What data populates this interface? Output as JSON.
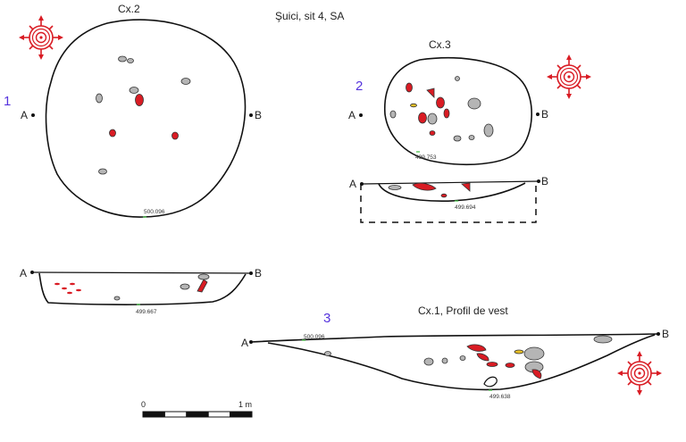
{
  "title": "Şuici, sit 4, SA",
  "colors": {
    "stone": "#b5b5b5",
    "ceramic": "#d91c24",
    "yellow": "#e8c027",
    "compass": "#d91c24",
    "number": "#5533dd",
    "elev_mark": "#3fbf3f"
  },
  "figures": [
    {
      "id": "1",
      "number": "1",
      "label": "Cx.2",
      "point_a": "A",
      "point_b": "B",
      "plan_elev": "500.096",
      "section_elev": "499.667"
    },
    {
      "id": "2",
      "number": "2",
      "label": "Cx.3",
      "point_a": "A",
      "point_b": "B",
      "plan_elev": "499.753",
      "section_elev": "499.694"
    },
    {
      "id": "3",
      "number": "3",
      "label": "Cx.1, Profil de vest",
      "point_a": "A",
      "point_b": "B",
      "elev_left": "500.096",
      "elev_bottom": "499.638"
    }
  ],
  "scale_bar": {
    "start": "0",
    "end": "1 m",
    "segments": 5
  },
  "icons": [
    "compass-rose-icon",
    "compass-rose-icon",
    "compass-rose-icon"
  ]
}
